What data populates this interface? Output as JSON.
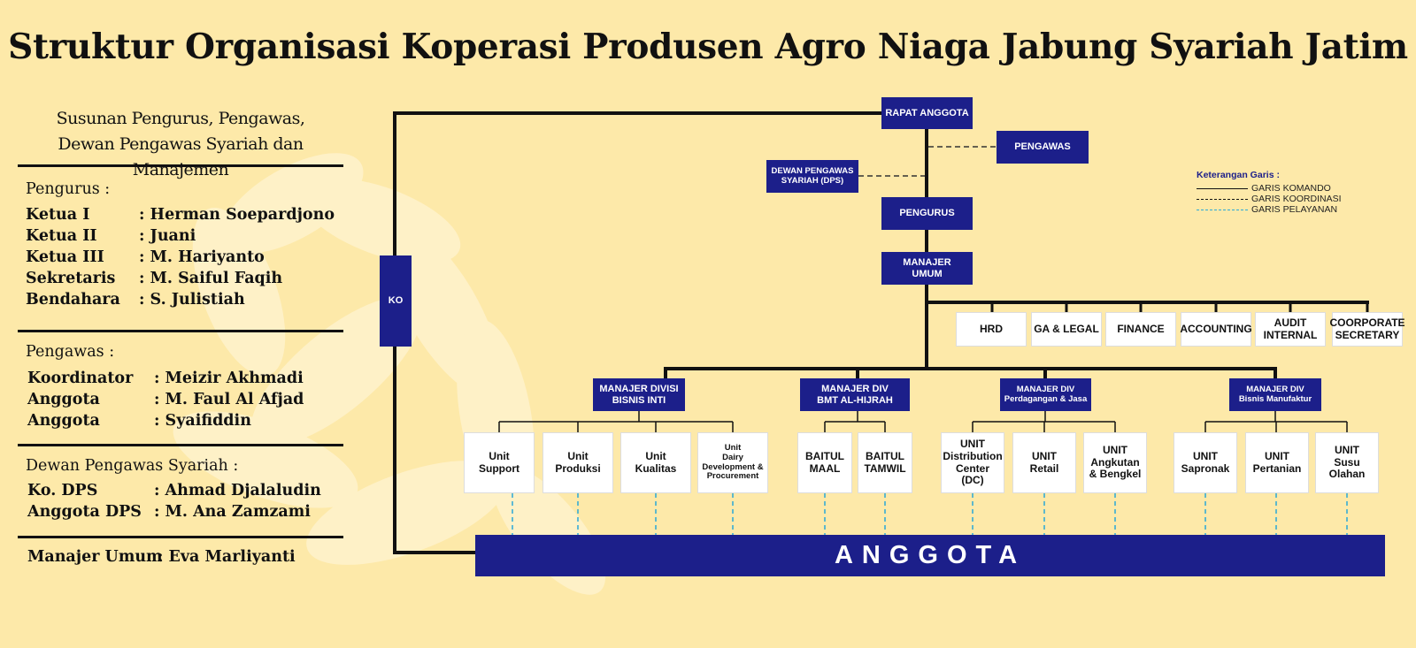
{
  "title": "Struktur Organisasi Koperasi Produsen Agro Niaga Jabung Syariah Jatim",
  "left_panel": {
    "heading_line1": "Susunan Pengurus, Pengawas,",
    "heading_line2": "Dewan Pengawas Syariah dan Manajemen",
    "pengurus": {
      "label": "Pengurus :",
      "rows": [
        {
          "role": "Ketua I",
          "name": ": Herman Soepardjono"
        },
        {
          "role": "Ketua II",
          "name": ": Juani"
        },
        {
          "role": "Ketua III",
          "name": ": M. Hariyanto"
        },
        {
          "role": "Sekretaris",
          "name": ": M. Saiful Faqih"
        },
        {
          "role": "Bendahara",
          "name": ": S. Julistiah"
        }
      ]
    },
    "pengawas": {
      "label": "Pengawas :",
      "rows": [
        {
          "role": "Koordinator",
          "name": ": Meizir Akhmadi"
        },
        {
          "role": "Anggota",
          "name": ": M. Faul Al Afjad"
        },
        {
          "role": "Anggota",
          "name": ": Syaifiddin"
        }
      ]
    },
    "dps": {
      "label": "Dewan Pengawas Syariah :",
      "rows": [
        {
          "role": "Ko. DPS",
          "name": ": Ahmad Djalaludin"
        },
        {
          "role": "Anggota DPS",
          "name": ": M. Ana Zamzami"
        }
      ]
    },
    "manajer": {
      "role": "Manajer Umum",
      "name": ": Eva Marliyanti"
    }
  },
  "chart": {
    "rapat_anggota": "RAPAT ANGGOTA",
    "pengawas": "PENGAWAS",
    "dps_line1": "DEWAN PENGAWAS",
    "dps_line2": "SYARIAH (DPS)",
    "pengurus": "PENGURUS",
    "manajer_umum_line1": "MANAJER",
    "manajer_umum_line2": "UMUM",
    "ko": "KO",
    "staff": [
      {
        "line1": "HRD",
        "line2": ""
      },
      {
        "line1": "GA & LEGAL",
        "line2": ""
      },
      {
        "line1": "FINANCE",
        "line2": ""
      },
      {
        "line1": "ACCOUNTING",
        "line2": ""
      },
      {
        "line1": "AUDIT",
        "line2": "INTERNAL"
      },
      {
        "line1": "COORPORATE",
        "line2": "SECRETARY"
      }
    ],
    "divisions": [
      {
        "line1": "MANAJER DIVISI",
        "line2": "BISNIS INTI"
      },
      {
        "line1": "MANAJER DIV",
        "line2": "BMT AL-HIJRAH"
      },
      {
        "line1": "MANAJER DIV",
        "line2": "Perdagangan & Jasa"
      },
      {
        "line1": "MANAJER DIV",
        "line2": "Bisnis Manufaktur"
      }
    ],
    "units": [
      {
        "l1": "Unit",
        "l2": "Support",
        "l3": "",
        "l4": ""
      },
      {
        "l1": "Unit",
        "l2": "Produksi",
        "l3": "",
        "l4": ""
      },
      {
        "l1": "Unit",
        "l2": "Kualitas",
        "l3": "",
        "l4": ""
      },
      {
        "l1": "Unit",
        "l2": "Dairy",
        "l3": "Development &",
        "l4": "Procurement"
      },
      {
        "l1": "BAITUL",
        "l2": "MAAL",
        "l3": "",
        "l4": ""
      },
      {
        "l1": "BAITUL",
        "l2": "TAMWIL",
        "l3": "",
        "l4": ""
      },
      {
        "l1": "UNIT",
        "l2": "Distribution",
        "l3": "Center",
        "l4": "(DC)"
      },
      {
        "l1": "UNIT",
        "l2": "Retail",
        "l3": "",
        "l4": ""
      },
      {
        "l1": "UNIT",
        "l2": "Angkutan",
        "l3": "& Bengkel",
        "l4": ""
      },
      {
        "l1": "UNIT",
        "l2": "Sapronak",
        "l3": "",
        "l4": ""
      },
      {
        "l1": "UNIT",
        "l2": "Pertanian",
        "l3": "",
        "l4": ""
      },
      {
        "l1": "UNIT",
        "l2": "Susu",
        "l3": "Olahan",
        "l4": ""
      }
    ],
    "anggota": "ANGGOTA"
  },
  "legend": {
    "title": "Keterangan Garis :",
    "items": [
      {
        "style": "solid",
        "label": "GARIS KOMANDO",
        "color": "#111111"
      },
      {
        "style": "dashed",
        "label": "GARIS KOORDINASI",
        "color": "#111111"
      },
      {
        "style": "dashed",
        "label": "GARIS PELAYANAN",
        "color": "#2aa8d8"
      }
    ]
  },
  "colors": {
    "background": "#fde9a9",
    "box": "#1c1f8a",
    "line": "#111111",
    "service": "#2aa8d8"
  }
}
